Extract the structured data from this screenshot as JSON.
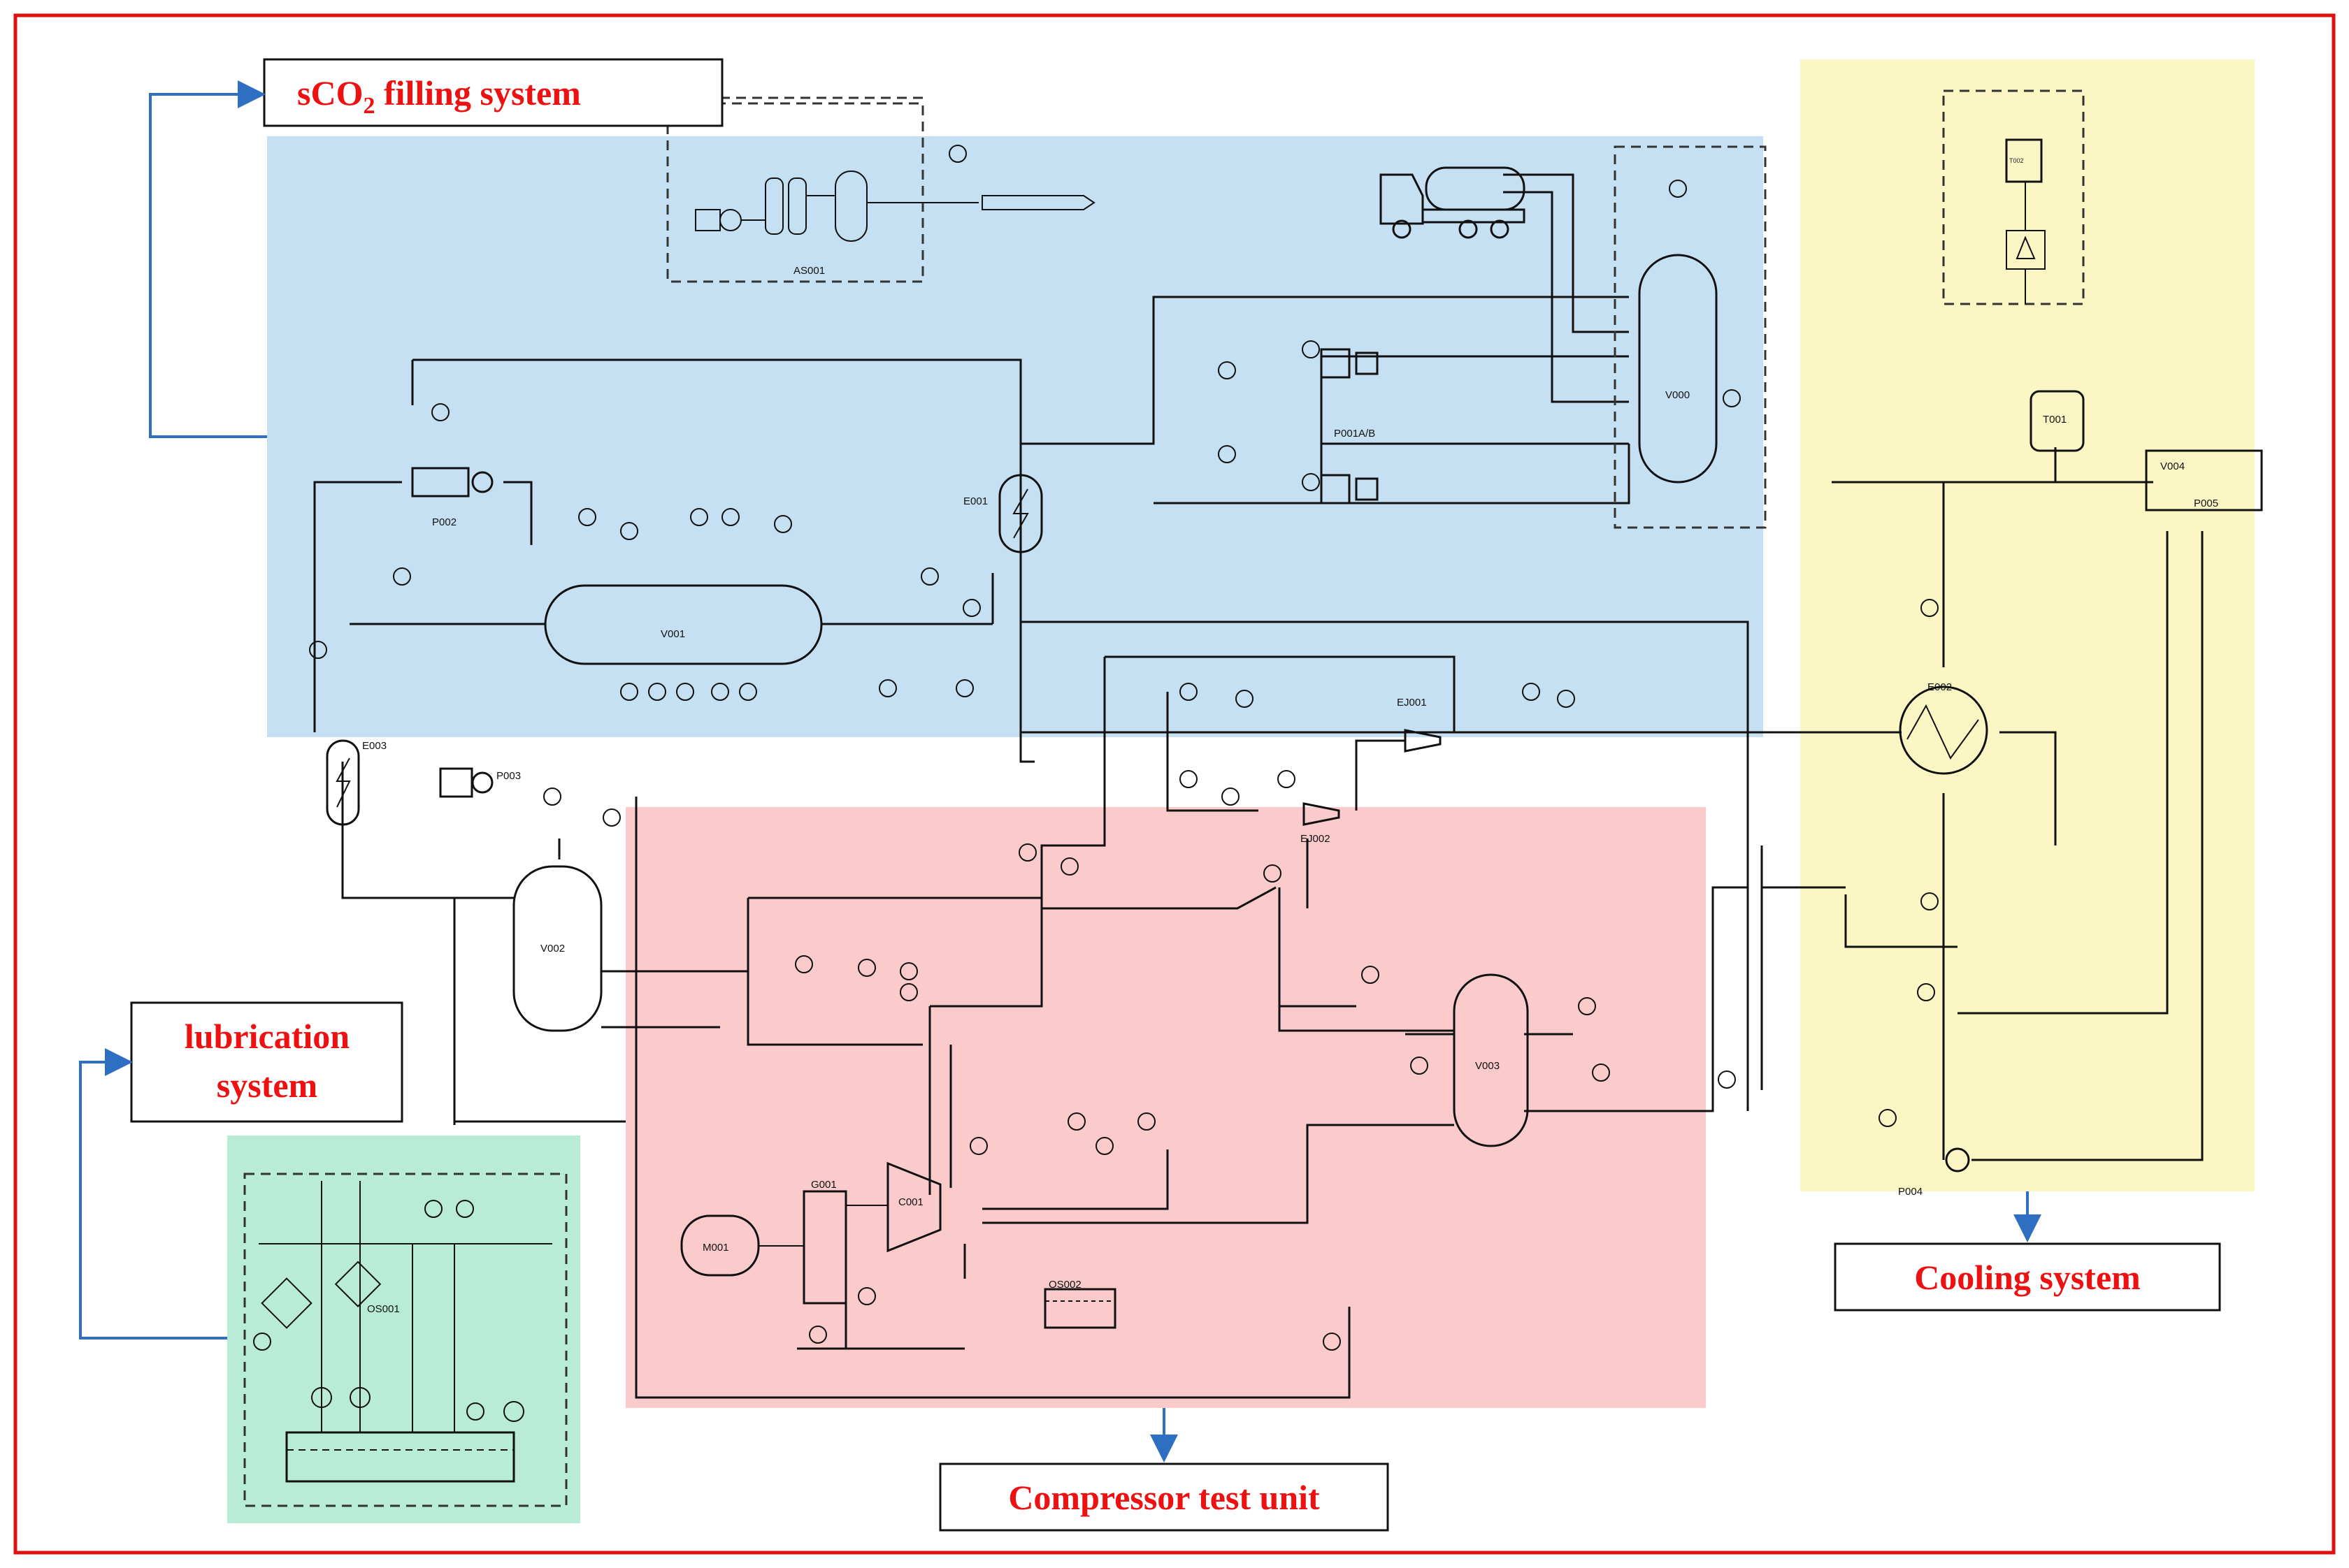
{
  "labels": {
    "filling": {
      "main": "sCO",
      "sub": "2",
      "rest": " filling system"
    },
    "lubrication": {
      "line1": "lubrication",
      "line2": "system"
    },
    "cooling": "Cooling system",
    "compressor": "Compressor test unit"
  },
  "equipment": {
    "as001": "AS001",
    "v000": "V000",
    "v001": "V001",
    "v002": "V002",
    "v003": "V003",
    "v004": "V004",
    "e001": "E001",
    "e002": "E002",
    "e003": "E003",
    "p001": "P001A/B",
    "p002": "P002",
    "p003": "P003",
    "p004": "P004",
    "p005": "P005",
    "t001": "T001",
    "t002": "T002",
    "ej001": "EJ001",
    "ej002": "EJ002",
    "c001": "C001",
    "g001": "G001",
    "m001": "M001",
    "os001": "OS001",
    "os002": "OS002"
  },
  "colors": {
    "frame": "#e01010",
    "filling_zone": "#c5e0f2",
    "compressor_zone": "#fbcaca",
    "cooling_zone": "#fbf7c4",
    "lubrication_zone": "#b9ecd6",
    "label_text": "#ee1111",
    "arrow": "#2f6fc2"
  }
}
